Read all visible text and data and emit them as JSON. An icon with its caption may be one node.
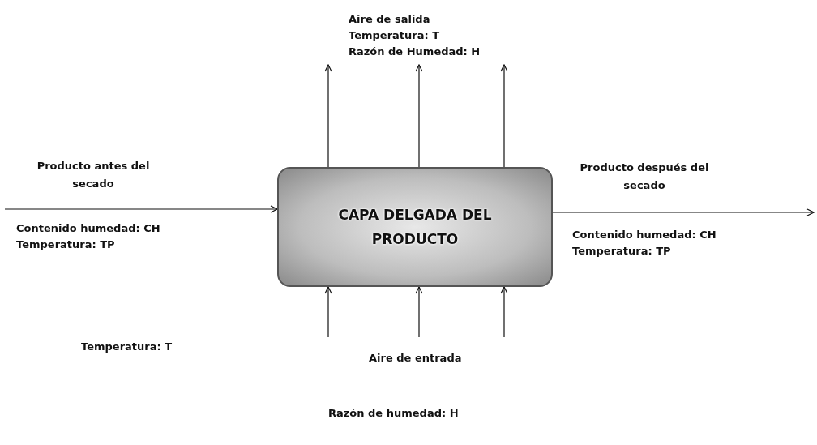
{
  "diagram": {
    "nodes": [
      {
        "text": [
          "CAPA DELGADA DEL PRODUCTO"
        ]
      },
      {
        "text": [
          "Aire de salida",
          "Temperatura: T",
          "Razón de Humedad: H"
        ]
      },
      {
        "text": [
          "Aire de entrada"
        ]
      }
    ],
    "edges": [
      {
        "from": null,
        "to": 0,
        "arrow": "to",
        "label": "Producto antes del secado"
      },
      {
        "from": 0,
        "to": null,
        "arrow": "to",
        "label": "Producto después del secado"
      },
      {
        "from": 0,
        "to": 1,
        "arrow": "to"
      },
      {
        "from": 0,
        "to": 1,
        "arrow": "to"
      },
      {
        "from": 0,
        "to": 1,
        "arrow": "to"
      },
      {
        "from": 2,
        "to": 0,
        "arrow": "to"
      },
      {
        "from": 2,
        "to": 0,
        "arrow": "to"
      },
      {
        "from": 2,
        "to": 0,
        "arrow": "to"
      }
    ],
    "labels": [
      "Contenido humedad: CH",
      "Temperatura: TP",
      "Contenido humedad: CH",
      "Temperatura: TP",
      "Temperatura: T",
      "Razón de humedad: H"
    ]
  }
}
